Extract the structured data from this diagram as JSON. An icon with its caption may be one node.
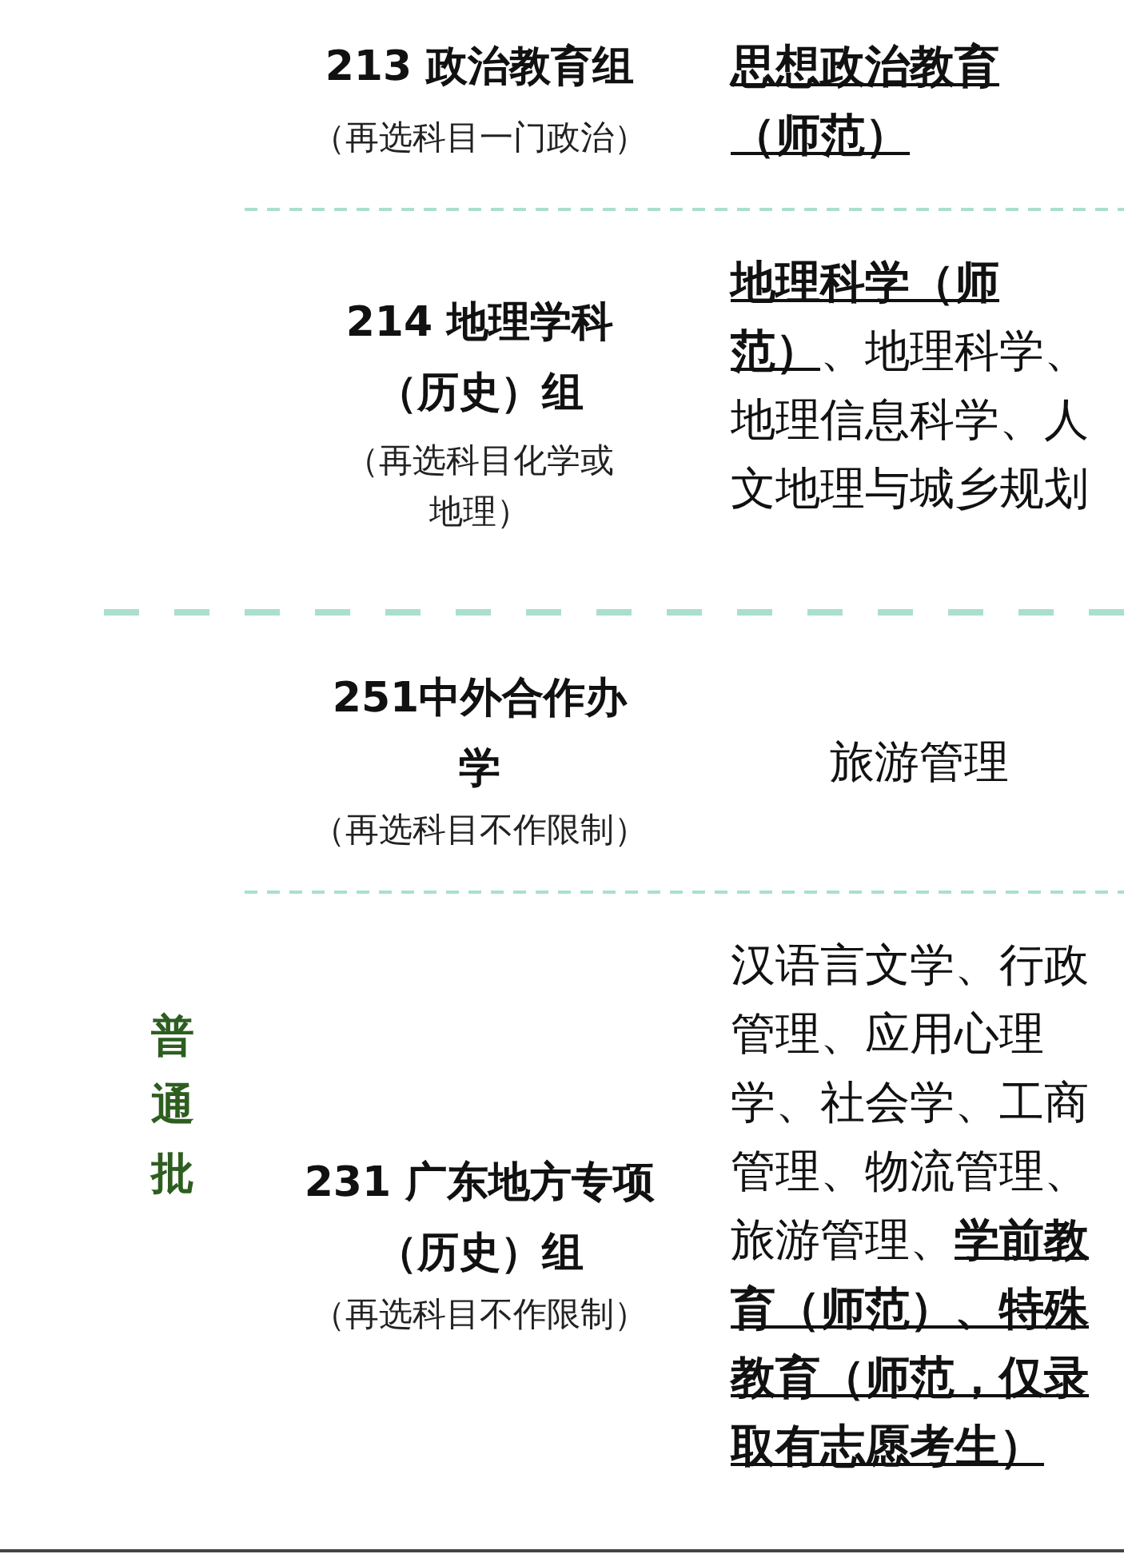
{
  "diagram": {
    "labels": [
      "213 政治教育组",
      "（再选科目一门政治）",
      "思想政治教育（师范）",
      "214 地理学科（历史）组",
      "（再选科目化学或地理）",
      "**地理科学（师范）**、地理科学、地理信息科学、人文地理与城乡规划",
      "251中外合作办学",
      "（再选科目不作限制）",
      "旅游管理",
      "普通批",
      "231 广东地方专项（历史）组",
      "（再选科目不作限制）",
      "汉语言文学、行政管理、应用心理学、社会学、工商管理、物流管理、旅游管理、**学前教育（师范）、特殊教育（师范，仅录取有志愿考生）**"
    ]
  }
}
